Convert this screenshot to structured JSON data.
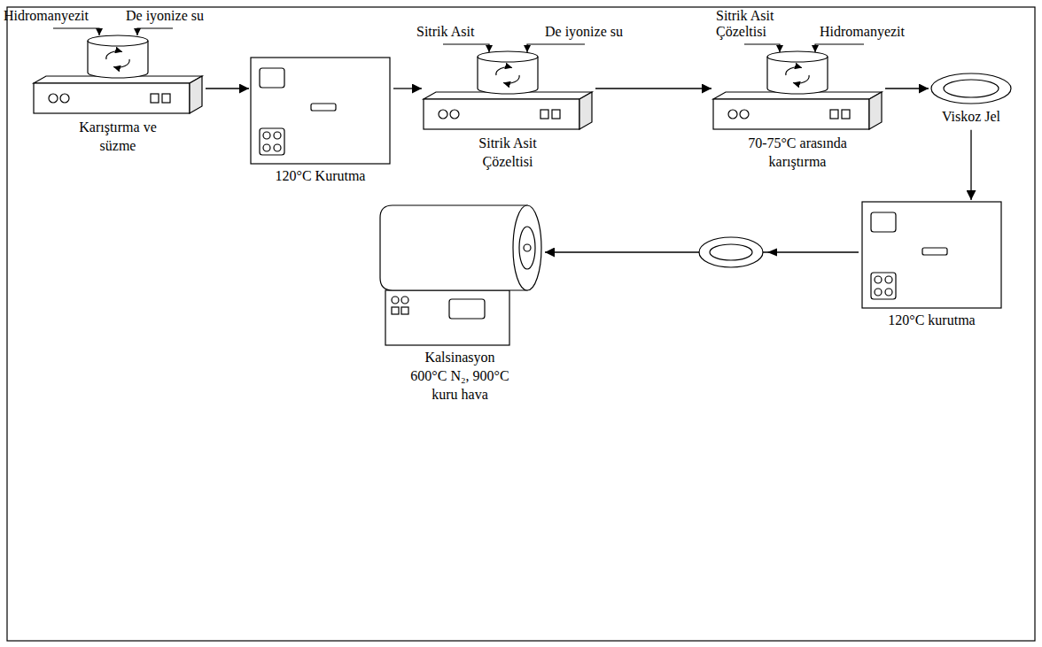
{
  "diagram": {
    "nodes": [
      {
        "text": [
          "Karıştırma ve süzme"
        ]
      },
      {
        "text": [
          "120°C Kurutma"
        ]
      },
      {
        "text": [
          "Sitrik Asit Çözeltisi"
        ]
      },
      {
        "text": [
          "70-75°C arasında karıştırma"
        ]
      },
      {
        "text": [
          "Viskoz Jel"
        ]
      },
      {
        "text": [
          "120°C kurutma"
        ]
      },
      {
        "text": [
          "Kalsinasyon 600°C N₂, 900°C kuru hava"
        ]
      }
    ],
    "edges": [
      {
        "from": 0,
        "to": 1,
        "arrow": "to"
      },
      {
        "from": 1,
        "to": 2,
        "arrow": "to"
      },
      {
        "from": 2,
        "to": 3,
        "arrow": "to"
      },
      {
        "from": 3,
        "to": 4,
        "arrow": "to"
      },
      {
        "from": 4,
        "to": 5,
        "arrow": "to"
      },
      {
        "from": 5,
        "to": 6,
        "arrow": "to"
      }
    ],
    "labels": [
      "Hidromanyezit",
      "De iyonize su",
      "Sitrik Asit",
      "De iyonize su",
      "Sitrik Asit Çözeltisi",
      "Hidromanyezit"
    ]
  }
}
